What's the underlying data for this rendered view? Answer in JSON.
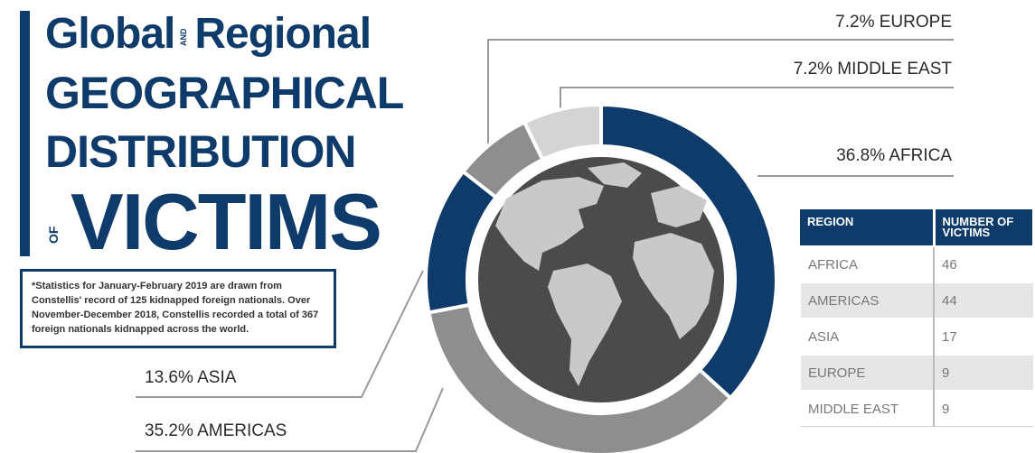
{
  "title": {
    "line1a": "Global",
    "and_top": "AND",
    "line1b": "Regional",
    "line2": "GEOGRAPHICAL",
    "line3": "DISTRIBUTION",
    "of_word": "OF",
    "line4": "VICTIMS"
  },
  "note": "*Statistics for January-February 2019 are drawn from Constellis' record of 125 kidnapped foreign nationals. Over November-December 2018, Constellis recorded a total of 367 foreign nationals kidnapped across the world.",
  "chart_data": {
    "type": "pie",
    "style": "donut",
    "slices": [
      {
        "label": "AFRICA",
        "percent": 36.8,
        "display": "36.8% AFRICA",
        "color": "#0f3b6b"
      },
      {
        "label": "AMERICAS",
        "percent": 35.2,
        "display": "35.2% AMERICAS",
        "color": "#8e8e90"
      },
      {
        "label": "ASIA",
        "percent": 13.6,
        "display": "13.6% ASIA",
        "color": "#0f3b6b"
      },
      {
        "label": "EUROPE",
        "percent": 7.2,
        "display": "7.2% EUROPE",
        "color": "#8e8e90"
      },
      {
        "label": "MIDDLE EAST",
        "percent": 7.2,
        "display": "7.2% MIDDLE EAST",
        "color": "#d4d4d4"
      }
    ]
  },
  "table": {
    "headers": [
      "REGION",
      "NUMBER OF VICTIMS"
    ],
    "rows": [
      [
        "AFRICA",
        "46"
      ],
      [
        "AMERICAS",
        "44"
      ],
      [
        "ASIA",
        "17"
      ],
      [
        "EUROPE",
        "9"
      ],
      [
        "MIDDLE EAST",
        "9"
      ]
    ]
  },
  "colors": {
    "navy": "#0f3b6b",
    "gray": "#8e8e90",
    "light_gray": "#d4d4d4",
    "land": "#c9c9c9",
    "ocean": "#4b4b4b"
  }
}
